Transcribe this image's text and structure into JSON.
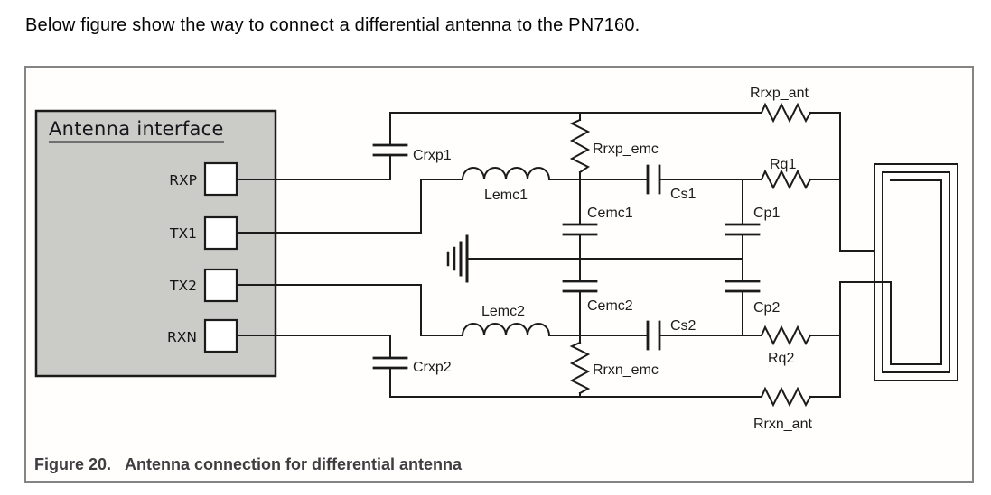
{
  "intro_text": "Below figure show the way to connect a differential antenna to the PN7160.",
  "figure": {
    "caption_label": "Figure 20.",
    "caption_title": "Antenna connection for differential antenna"
  },
  "diagram": {
    "interface_title": "Antenna interface",
    "pins": [
      {
        "label": "RXP"
      },
      {
        "label": "TX1"
      },
      {
        "label": "TX2"
      },
      {
        "label": "RXN"
      }
    ],
    "components": {
      "crxp1": "Crxp1",
      "lemc1": "Lemc1",
      "rrxp_emc": "Rrxp_emc",
      "cemc1": "Cemc1",
      "cs1": "Cs1",
      "cp1": "Cp1",
      "rq1": "Rq1",
      "rrxp_ant": "Rrxp_ant",
      "lemc2": "Lemc2",
      "cemc2": "Cemc2",
      "cs2": "Cs2",
      "cp2": "Cp2",
      "rq2": "Rq2",
      "rrxn_emc": "Rrxn_emc",
      "crxp2": "Crxp2",
      "rrxn_ant": "Rrxn_ant"
    },
    "symbols": [
      "ground-symbol",
      "antenna-coil"
    ]
  },
  "colors": {
    "wire": "#1b1b1b",
    "interface_box_fill": "#cbcbc7",
    "frame_border": "#848484",
    "caption_text": "#3e3e40",
    "pin_box_fill": "#ffffff"
  }
}
